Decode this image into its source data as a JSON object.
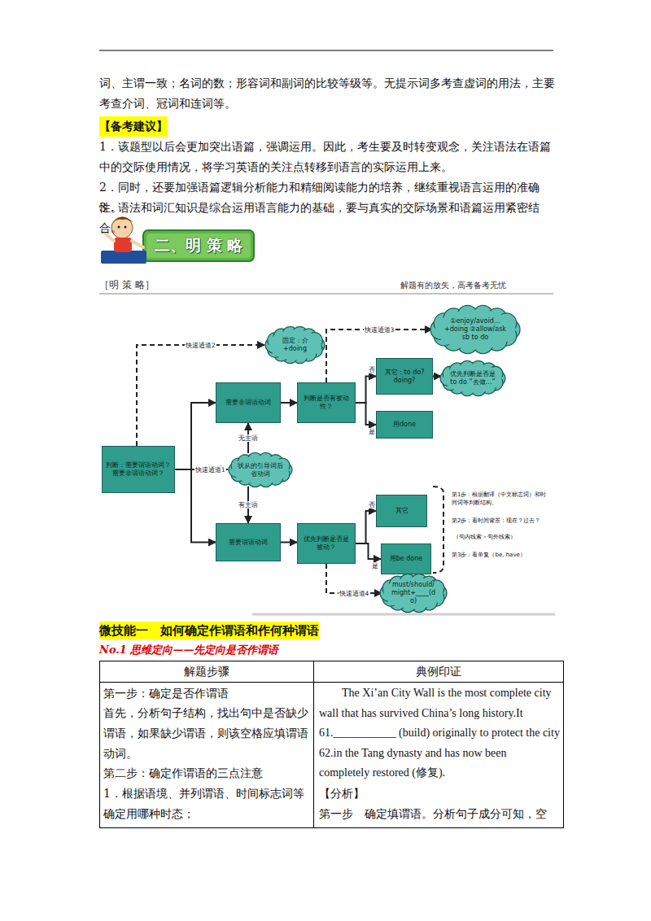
{
  "diagram": {
    "nodes": [
      {
        "text": [
          "判断：需要谓语动词？需要非谓语动词？"
        ]
      },
      {
        "text": [
          "状从的引导词后省动词"
        ]
      },
      {
        "text": [
          "需要非谓语动词"
        ]
      },
      {
        "text": [
          "判断是否有被动性？"
        ]
      },
      {
        "text": [
          "其它：to do? doing?"
        ]
      },
      {
        "text": [
          "用done"
        ]
      },
      {
        "text": [
          "固定：介+doing"
        ]
      },
      {
        "text": [
          "①enjoy/avoid…+doing ②allow/ask sb to do"
        ]
      },
      {
        "text": [
          "优先判断是否是to do “去做…”"
        ]
      },
      {
        "text": [
          "需要谓语动词"
        ]
      },
      {
        "text": [
          "优先判断是否是被动？"
        ]
      },
      {
        "text": [
          "其它"
        ]
      },
      {
        "text": [
          "用be done"
        ]
      },
      {
        "text": [
          "must/should/might+____(do)"
        ]
      }
    ],
    "edges": [
      {
        "from": 0,
        "to": 2,
        "arrow": "to"
      },
      {
        "from": 0,
        "to": 9,
        "arrow": "to"
      },
      {
        "from": 0,
        "to": 1,
        "arrow": "to",
        "label": "快速通道1"
      },
      {
        "from": 0,
        "to": 6,
        "arrow": "to",
        "label": "快速通道2"
      },
      {
        "from": 1,
        "to": 2,
        "arrow": "to",
        "label": "无主语"
      },
      {
        "from": 1,
        "to": 9,
        "arrow": "to",
        "label": "有主语"
      },
      {
        "from": 2,
        "to": 3,
        "arrow": "to"
      },
      {
        "from": 3,
        "to": 4,
        "arrow": "to",
        "label": "否"
      },
      {
        "from": 3,
        "to": 5,
        "arrow": "to",
        "label": "是"
      },
      {
        "from": 3,
        "to": 7,
        "arrow": "to",
        "label": "快速通道3"
      },
      {
        "from": 4,
        "to": 8,
        "arrow": "to"
      },
      {
        "from": 9,
        "to": 10,
        "arrow": "to"
      },
      {
        "from": 10,
        "to": 11,
        "arrow": "to",
        "label": "否"
      },
      {
        "from": 10,
        "to": 12,
        "arrow": "to",
        "label": "是"
      },
      {
        "from": 10,
        "to": 13,
        "arrow": "to",
        "label": "快速通道4"
      }
    ],
    "labels": [
      "词、主谓一致；名词的数；形容词和副词的比较等级等。无提示词多考查虚词的用法，主要考查介词、冠词和连词等。",
      "【备考建议】",
      "1．该题型以后会更加突出语篇，强调运用。因此，考生要及时转变观念，关注语法在语篇中的交际使用情况，将学习英语的关注点转移到语言的实际运用上来。",
      "2．同时，还要加强语篇逻辑分析能力和精细阅读能力的培养，继续重视语言运用的准确性。",
      "3．语法和词汇知识是综合运用语言能力的基础，要与真实的交际场景和语篇运用紧密结合。",
      "二、明 策 略",
      "［明 策 略］",
      "解题有的放矢，高考备考无忧",
      "第1步：根据翻译（中文标志词）和时间词等判断结构。",
      "第2步：看时间背景：现在？过去？",
      "（句内线索＞句外线索）",
      "第3步：看单复（be, have）",
      "微技能一　如何确定作谓语和作何种谓语",
      "No.1 思维定向——先定向是否作谓语",
      "解题步骤",
      "典例印证",
      "第一步：确定是否作谓语",
      "首先，分析句子结构，找出句中是否缺少谓语，如果缺少谓语，则该空格应填谓语动词。",
      "第二步：确定作谓语的三点注意",
      "1．根据语境、并列谓语、时间标志词等确定用哪种时态；",
      "The Xi’an City Wall is the most complete city wall that has survived China’s long history.It 61.___________ (build) originally to protect the city 62.in  the Tang dynasty and has now been completely restored (修复).",
      "【分析】",
      "第一步　确定填谓语。分析句子成分可知，空"
    ]
  }
}
